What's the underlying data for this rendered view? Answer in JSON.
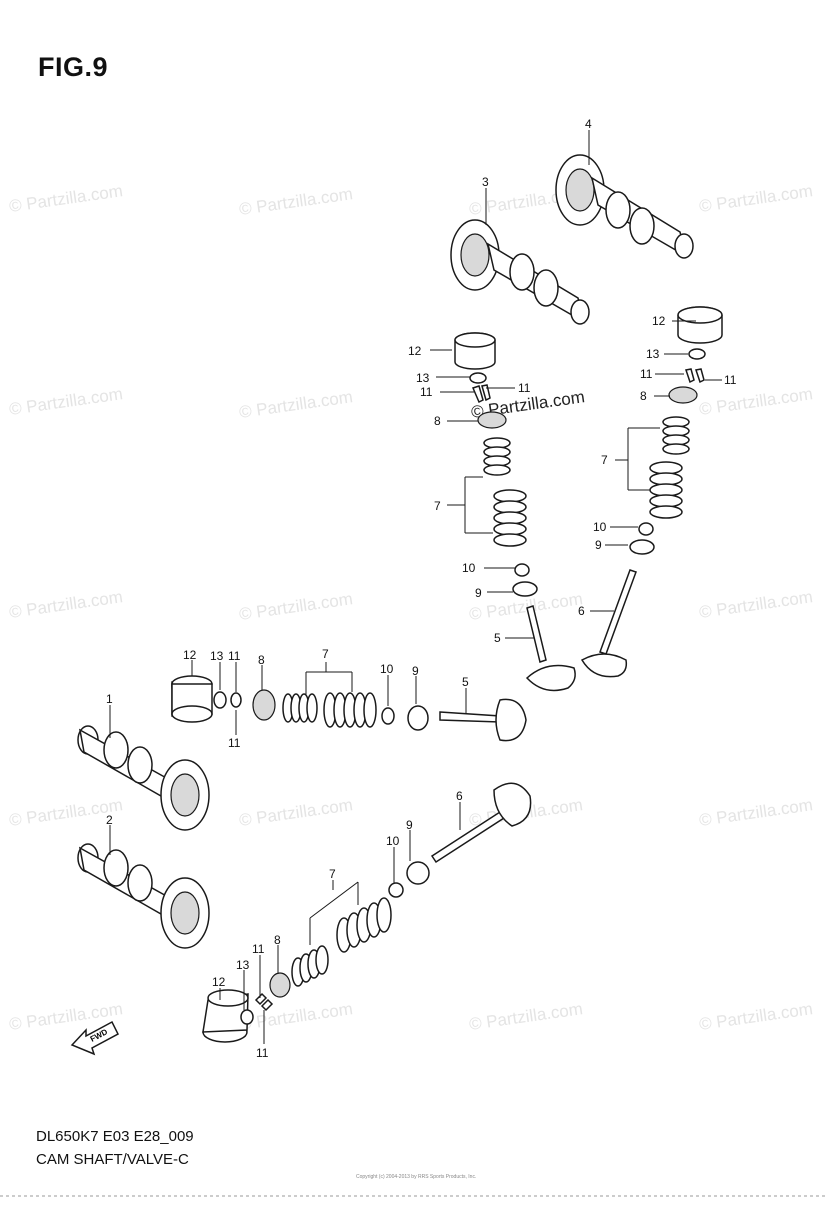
{
  "figure_label": "FIG.9",
  "footer_code": "DL650K7 E03 E28_009",
  "footer_title": "CAM SHAFT/VALVE-C",
  "watermark_text": "© Partzilla.com",
  "fwd_label": "FWD",
  "callouts": [
    "1",
    "2",
    "3",
    "4",
    "5",
    "6",
    "7",
    "8",
    "9",
    "10",
    "11",
    "12",
    "13"
  ],
  "copyright_small": "Copyright (c) 2004-2013 by RRS Sports Products, Inc."
}
